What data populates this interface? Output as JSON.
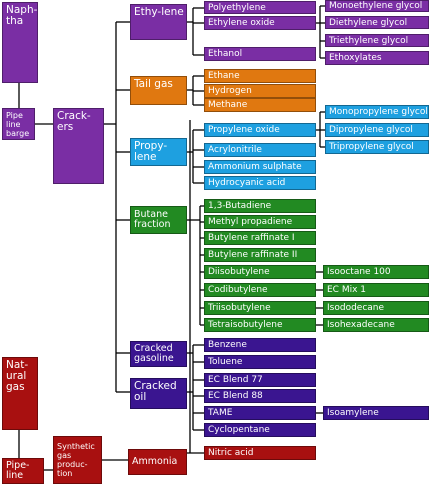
{
  "colors": {
    "purple": "#7a2ea4",
    "orange": "#e07810",
    "blue": "#1ea0e0",
    "green": "#228a22",
    "indigo": "#3a1590",
    "red": "#a81010",
    "line": "#000000"
  },
  "nodes": {
    "naphtha": "Naph-tha",
    "pipeline_barge": "Pipe line barge",
    "crackers": "Crack-ers",
    "natural_gas": "Nat-ural gas",
    "pipeline": "Pipe-line",
    "synthetic_gas": "Synthetic gas produc-tion",
    "ethylene": "Ethy-lene",
    "tail_gas": "Tail gas",
    "propylene": "Propy-lene",
    "butane_fraction": "Butane fraction",
    "cracked_gasoline": "Cracked gasoline",
    "cracked_oil": "Cracked oil",
    "ammonia": "Ammonia",
    "polyethylene": "Polyethylene",
    "ethylene_oxide": "Ethylene oxide",
    "ethanol": "Ethanol",
    "monoethylene_glycol": "Monoethylene glycol",
    "diethylene_glycol": "Diethylene glycol",
    "triethylene_glycol": "Triethylene glycol",
    "ethoxylates": "Ethoxylates",
    "ethane": "Ethane",
    "hydrogen": "Hydrogen",
    "methane": "Methane",
    "propylene_oxide": "Propylene oxide",
    "acrylonitrile": "Acrylonitrile",
    "ammonium_sulphate": "Ammonium sulphate",
    "hydrocyanic_acid": "Hydrocyanic acid",
    "monopropylene_glycol": "Monopropylene glycol",
    "dipropylene_glycol": "Dipropylene glycol",
    "tripropylene_glycol": "Tripropylene glycol",
    "butadiene": "1,3-Butadiene",
    "methyl_propadiene": "Methyl propadiene",
    "butylene_raffinate_1": "Butylene raffinate I",
    "butylene_raffinate_2": "Butylene raffinate II",
    "diisobutylene": "Diisobutylene",
    "codibutylene": "Codibutylene",
    "triisobutylene": "Triisobutylene",
    "tetraisobutylene": "Tetraisobutylene",
    "isooctane": "Isooctane 100",
    "ec_mix": "EC Mix 1",
    "isododecane": "Isododecane",
    "isohexadecane": "Isohexadecane",
    "benzene": "Benzene",
    "toluene": "Toluene",
    "ec_blend_77": "EC Blend 77",
    "ec_blend_88": "EC Blend 88",
    "tame": "TAME",
    "cyclopentane": "Cyclopentane",
    "isoamylene": "Isoamylene",
    "nitric_acid": "Nitric acid"
  }
}
